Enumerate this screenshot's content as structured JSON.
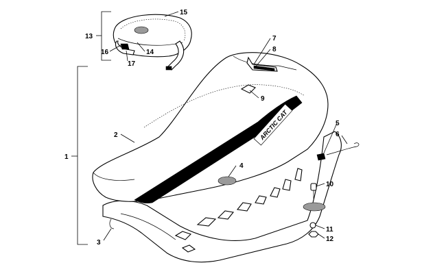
{
  "callouts": {
    "c1": "1",
    "c2": "2",
    "c3": "3",
    "c4": "4",
    "c5": "5",
    "c6": "6",
    "c7": "7",
    "c8": "8",
    "c9": "9",
    "c10": "10",
    "c11": "11",
    "c12": "12",
    "c13": "13",
    "c14": "14",
    "c15": "15",
    "c16": "16",
    "c17": "17"
  },
  "decal_text": "ARCTIC CAT"
}
